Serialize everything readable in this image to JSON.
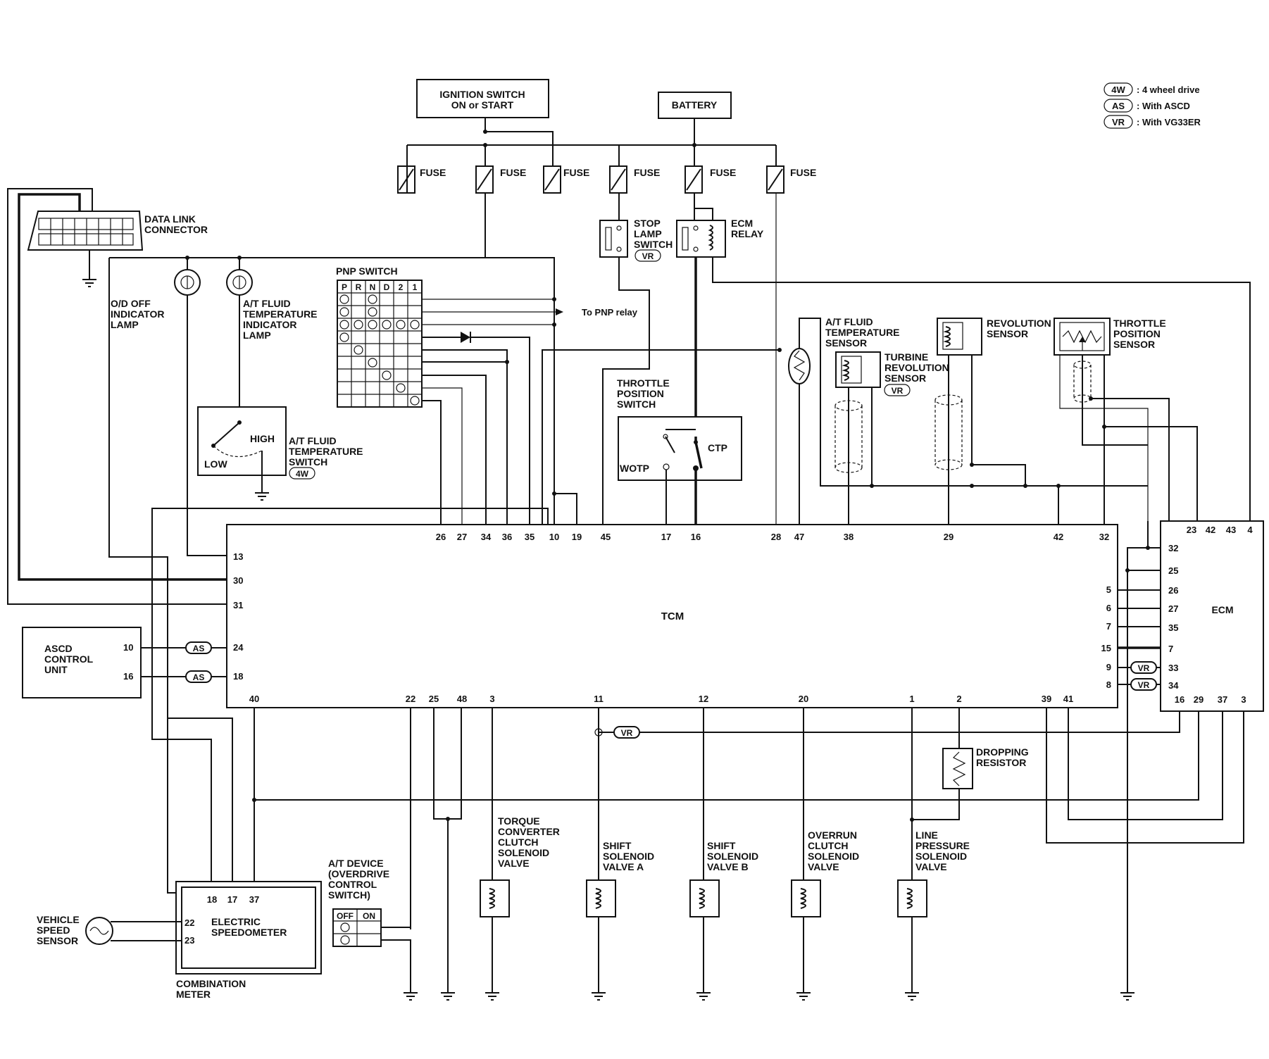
{
  "legend": {
    "items": [
      {
        "code": "4W",
        "text": ": 4 wheel drive"
      },
      {
        "code": "AS",
        "text": ": With ASCD"
      },
      {
        "code": "VR",
        "text": ": With VG33ER"
      }
    ]
  },
  "power": {
    "ignition": [
      "IGNITION SWITCH",
      "ON or START"
    ],
    "battery": "BATTERY",
    "fuse_label": "FUSE"
  },
  "components": {
    "dlc": [
      "DATA LINK",
      "CONNECTOR"
    ],
    "od_lamp": [
      "O/D OFF",
      "INDICATOR",
      "LAMP"
    ],
    "atf_lamp": [
      "A/T FLUID",
      "TEMPERATURE",
      "INDICATOR",
      "LAMP"
    ],
    "pnp_switch": "PNP SWITCH",
    "pnp_positions": [
      "P",
      "R",
      "N",
      "D",
      "2",
      "1"
    ],
    "pnp_relay": "To PNP relay",
    "atf_switch": [
      "A/T FLUID",
      "TEMPERATURE",
      "SWITCH"
    ],
    "atf_switch_high": "HIGH",
    "atf_switch_low": "LOW",
    "stop_lamp": [
      "STOP",
      "LAMP",
      "SWITCH"
    ],
    "ecm_relay": [
      "ECM",
      "RELAY"
    ],
    "tps_switch": [
      "THROTTLE",
      "POSITION",
      "SWITCH"
    ],
    "wotp": "WOTP",
    "ctp": "CTP",
    "atf_sensor": [
      "A/T FLUID",
      "TEMPERATURE",
      "SENSOR"
    ],
    "turbine_sensor": [
      "TURBINE",
      "REVOLUTION",
      "SENSOR"
    ],
    "rev_sensor": [
      "REVOLUTION",
      "SENSOR"
    ],
    "tp_sensor": [
      "THROTTLE",
      "POSITION",
      "SENSOR"
    ],
    "tcm": "TCM",
    "ecm": "ECM",
    "ascd": [
      "ASCD",
      "CONTROL",
      "UNIT"
    ],
    "dropping_resistor": [
      "DROPPING",
      "RESISTOR"
    ],
    "tcc_valve": [
      "TORQUE",
      "CONVERTER",
      "CLUTCH",
      "SOLENOID",
      "VALVE"
    ],
    "shift_a": [
      "SHIFT",
      "SOLENOID",
      "VALVE A"
    ],
    "shift_b": [
      "SHIFT",
      "SOLENOID",
      "VALVE B"
    ],
    "overrun": [
      "OVERRUN",
      "CLUTCH",
      "SOLENOID",
      "VALVE"
    ],
    "line_pressure": [
      "LINE",
      "PRESSURE",
      "SOLENOID",
      "VALVE"
    ],
    "at_device": [
      "A/T DEVICE",
      "(OVERDRIVE",
      "CONTROL",
      "SWITCH)"
    ],
    "od_off": "OFF",
    "od_on": "ON",
    "vss": [
      "VEHICLE",
      "SPEED",
      "SENSOR"
    ],
    "speedometer": [
      "ELECTRIC",
      "SPEEDOMETER"
    ],
    "combination_meter": [
      "COMBINATION",
      "METER"
    ]
  },
  "tcm_pins": {
    "top": [
      "26",
      "27",
      "34",
      "36",
      "35",
      "10",
      "19",
      "45",
      "17",
      "16",
      "28",
      "47",
      "38",
      "29",
      "42",
      "32"
    ],
    "left": [
      "13",
      "30",
      "31",
      "24",
      "18"
    ],
    "right": [
      "5",
      "6",
      "7",
      "15",
      "9",
      "8"
    ],
    "bottom": [
      "40",
      "22",
      "25",
      "48",
      "3",
      "11",
      "12",
      "20",
      "1",
      "2",
      "39",
      "41"
    ]
  },
  "ecm_pins": {
    "top": [
      "23",
      "42",
      "43",
      "4"
    ],
    "left": [
      "32",
      "25",
      "26",
      "27",
      "35",
      "7",
      "33",
      "34"
    ],
    "bottom": [
      "16",
      "29",
      "37",
      "3"
    ]
  },
  "ascd_pins": [
    "10",
    "16"
  ],
  "meter_pins": {
    "top": [
      "18",
      "17",
      "37"
    ],
    "left": [
      "22",
      "23"
    ]
  }
}
